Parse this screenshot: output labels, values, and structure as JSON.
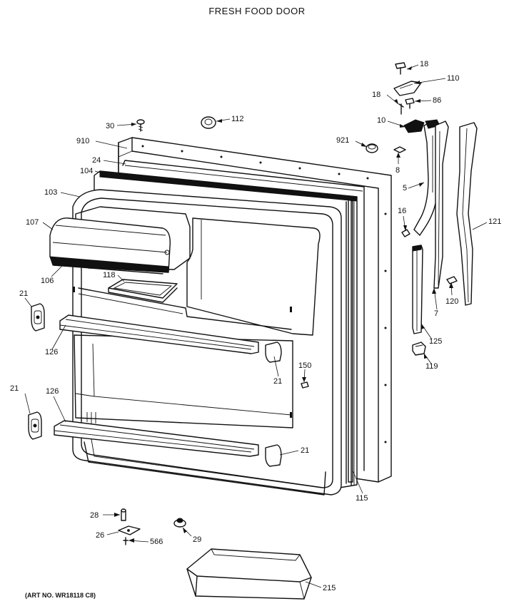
{
  "diagram": {
    "title": "FRESH FOOD DOOR",
    "art_number": "(ART NO. WR18118 C8)"
  },
  "callouts": {
    "c18a": "18",
    "c110": "110",
    "c18b": "18",
    "c86": "86",
    "c30": "30",
    "c112": "112",
    "c10": "10",
    "c910": "910",
    "c921": "921",
    "c24": "24",
    "c104": "104",
    "c8": "8",
    "c103": "103",
    "c5": "5",
    "c16": "16",
    "c121": "121",
    "c107": "107",
    "c106": "106",
    "c118": "118",
    "c7": "7",
    "c120": "120",
    "c21a": "21",
    "c125": "125",
    "c126a": "126",
    "c21b": "21",
    "c119": "119",
    "c150": "150",
    "c21c": "21",
    "c126b": "126",
    "c21d": "21",
    "c115": "115",
    "c28": "28",
    "c26": "26",
    "c29": "29",
    "c566": "566",
    "c215": "215"
  }
}
